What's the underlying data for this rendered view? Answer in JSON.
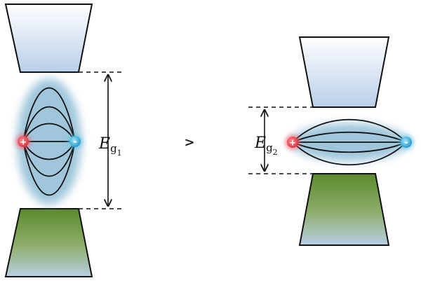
{
  "colors": {
    "conduction_top": "#ffffff",
    "conduction_bottom": "#b9cfe8",
    "valence_top": "#5b8a2c",
    "valence_bottom": "#b8cfe6",
    "electron": "#d83a46",
    "hole": "#3aaed6",
    "exciton_glow": "#7fb4cf",
    "line": "#111111"
  },
  "left_panel": {
    "gap_symbol": "E",
    "gap_sub_g": "g",
    "gap_sub_index": "1",
    "electron_charge": "+",
    "hole_charge": "-"
  },
  "comparison": {
    "operator": ">"
  },
  "right_panel": {
    "gap_symbol": "E",
    "gap_sub_g": "g",
    "gap_sub_index": "2",
    "electron_charge": "+",
    "hole_charge": "-"
  }
}
